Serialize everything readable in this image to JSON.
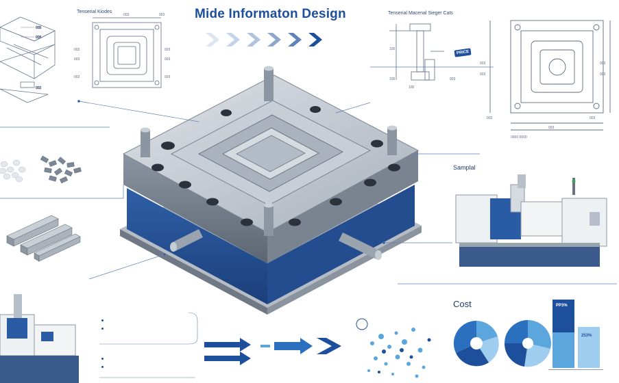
{
  "header": {
    "title": "Mide Informaton Design"
  },
  "top_left_drawing": {
    "label": "Tenserial Kiodes"
  },
  "top_right_drawing": {
    "label": "Tenserial Macenal Sieger Cats",
    "badge": "PRICE"
  },
  "right_panel": {
    "label": "Samplal"
  },
  "cost_panel": {
    "label": "Cost",
    "bars": [
      {
        "value_label": "PP3%"
      },
      {
        "value_label": "253%"
      }
    ]
  },
  "bullets": [
    {
      "text": ""
    },
    {
      "text": ""
    },
    {
      "text": ""
    },
    {
      "text": ""
    }
  ],
  "colors": {
    "brand_blue": "#1d4f9c",
    "light_blue": "#5aa6dd",
    "steel": "#9aa4ae"
  }
}
